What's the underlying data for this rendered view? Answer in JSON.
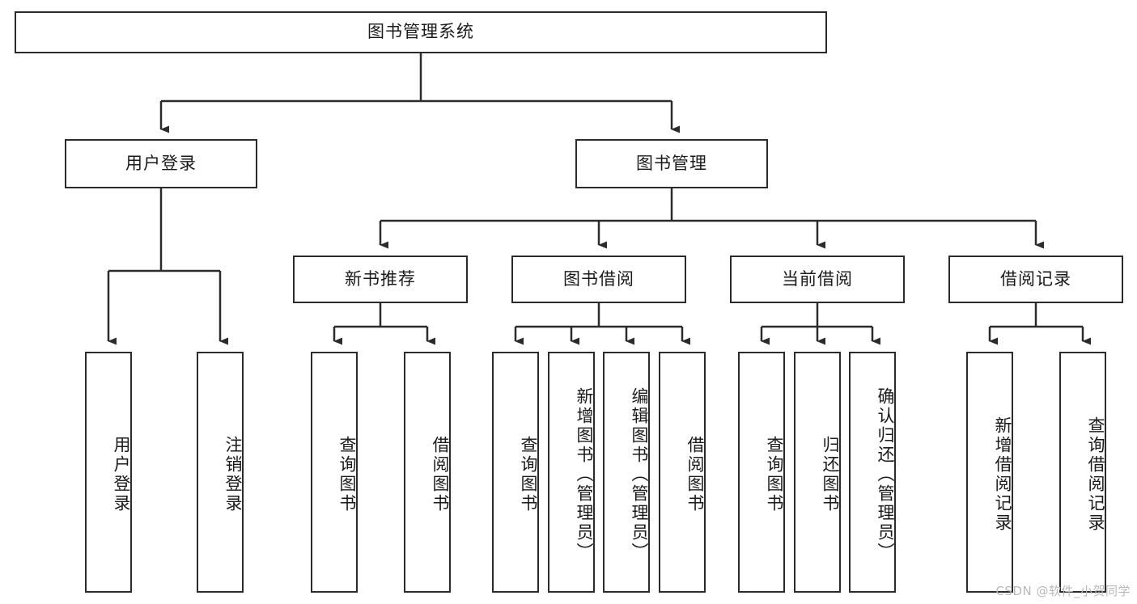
{
  "diagram": {
    "title": "图书管理系统",
    "type": "hierarchy-tree",
    "watermark": "CSDN @软件_小贺同学",
    "colors": {
      "box_border": "#2b2b2b",
      "box_fill": "#ffffff",
      "edge": "#2b2b2b",
      "text": "#1a1a1a",
      "watermark": "#b9b9b9"
    },
    "nodes": {
      "root": {
        "label": "图书管理系统"
      },
      "level2": [
        {
          "id": "user-login",
          "label": "用户登录"
        },
        {
          "id": "book-manage",
          "label": "图书管理"
        }
      ],
      "level3": [
        {
          "id": "new-book-rec",
          "label": "新书推荐"
        },
        {
          "id": "book-borrow",
          "label": "图书借阅"
        },
        {
          "id": "current-borrow",
          "label": "当前借阅"
        },
        {
          "id": "borrow-record",
          "label": "借阅记录"
        }
      ],
      "leaves": {
        "user_login": [
          {
            "id": "leaf-user-login",
            "label": "用户登录"
          },
          {
            "id": "leaf-logout",
            "label": "注销登录"
          }
        ],
        "new_book_rec": [
          {
            "id": "leaf-query-book-1",
            "label": "查询图书"
          },
          {
            "id": "leaf-borrow-book-1",
            "label": "借阅图书"
          }
        ],
        "book_borrow": [
          {
            "id": "leaf-query-book-2",
            "label": "查询图书"
          },
          {
            "id": "leaf-add-book",
            "label": "新增图书（管理员）"
          },
          {
            "id": "leaf-edit-book",
            "label": "编辑图书（管理员）"
          },
          {
            "id": "leaf-borrow-book-2",
            "label": "借阅图书"
          }
        ],
        "current_borrow": [
          {
            "id": "leaf-query-book-3",
            "label": "查询图书"
          },
          {
            "id": "leaf-return-book",
            "label": "归还图书"
          },
          {
            "id": "leaf-confirm-return",
            "label": "确认归还（管理员）"
          }
        ],
        "borrow_record": [
          {
            "id": "leaf-add-record",
            "label": "新增借阅记录"
          },
          {
            "id": "leaf-query-record",
            "label": "查询借阅记录"
          }
        ]
      }
    }
  }
}
